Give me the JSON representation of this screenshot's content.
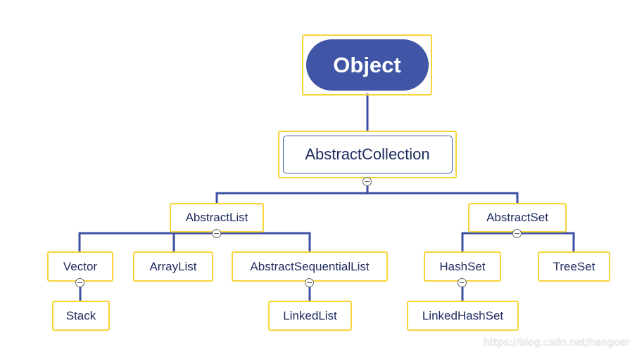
{
  "diagram": {
    "root": "Object",
    "level1": "AbstractCollection",
    "lists": {
      "abstract_list": "AbstractList",
      "vector": "Vector",
      "array_list": "ArrayList",
      "abstract_sequential_list": "AbstractSequentialList",
      "stack": "Stack",
      "linked_list": "LinkedList"
    },
    "sets": {
      "abstract_set": "AbstractSet",
      "hash_set": "HashSet",
      "tree_set": "TreeSet",
      "linked_hash_set": "LinkedHashSet"
    }
  },
  "watermark": "https://blog.csdn.net/hangoer",
  "colors": {
    "node_border": "#f7d43a",
    "root_fill": "#4055a5",
    "connector": "#3c4fa3",
    "text": "#1e2a5e"
  }
}
